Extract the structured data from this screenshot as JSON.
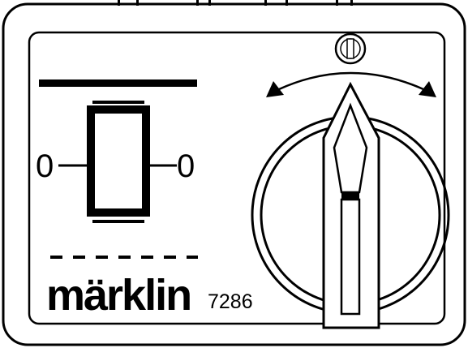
{
  "device": {
    "left_label": "0",
    "right_label": "0",
    "brand": "märklin",
    "model_number": "7286"
  },
  "icons": {
    "adjust_screw": "screw-slot-icon",
    "rotation_arrows": "double-arrow-arc-icon",
    "contact_symbol": "switch-contact-symbol-icon"
  },
  "colors": {
    "ink": "#000000",
    "panel": "#ffffff"
  }
}
